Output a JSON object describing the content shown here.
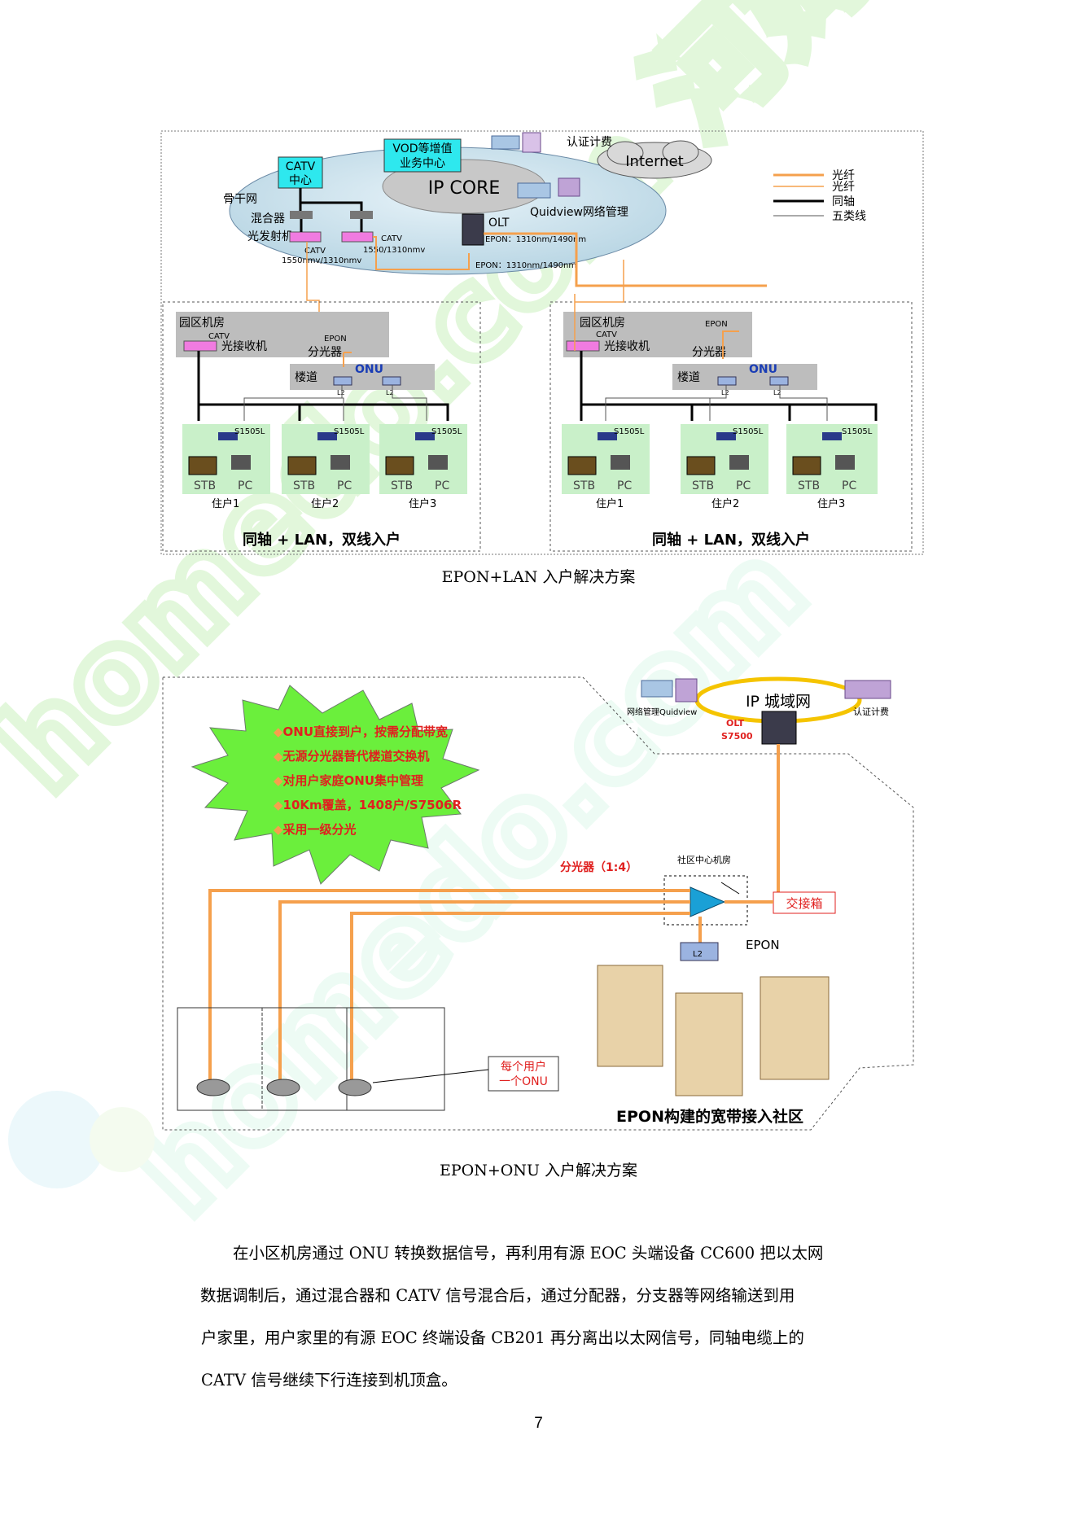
{
  "watermark": {
    "text": "homedo.com 河姆渡",
    "color": "#9be37f"
  },
  "colors": {
    "fiber": "#f5a04d",
    "coax": "#000000",
    "cat5": "#555555",
    "callout": "#6bef3c",
    "red": "#e0201f"
  },
  "fig1": {
    "catv_center": [
      "CATV",
      "中心"
    ],
    "vod_center": [
      "VOD等增值",
      "业务中心"
    ],
    "auth": "认证计费",
    "internet": "Internet",
    "ip_core": "IP CORE",
    "quidview": "Quidview网络管理",
    "backbone": "骨干网",
    "mixer": "混合器",
    "transmitter": "光发射机",
    "catv_left": [
      "CATV",
      "1550nmv/1310nmv"
    ],
    "catv_right": [
      "CATV",
      "1550/1310nmv"
    ],
    "olt": "OLT",
    "olt_epon": "EPON：1310nm/1490nm",
    "epon_below": "EPON：1310nm/1490nm",
    "legend": [
      {
        "label": "光纤",
        "style": "fiber"
      },
      {
        "label": "光纤",
        "style": "fiber-thin"
      },
      {
        "label": "同轴",
        "style": "coax"
      },
      {
        "label": "五类线",
        "style": "cat5"
      }
    ],
    "sites": [
      {
        "room": "园区机房",
        "catv": "CATV",
        "epon": "EPON",
        "receiver": "光接收机",
        "splitter": "分光器",
        "corridor": "楼道",
        "onu": "ONU",
        "l2": "L2",
        "switch": "S1505L",
        "homes": [
          {
            "stb": "STB",
            "pc": "PC",
            "label": "住户1"
          },
          {
            "stb": "STB",
            "pc": "PC",
            "label": "住户2"
          },
          {
            "stb": "STB",
            "pc": "PC",
            "label": "住户3"
          }
        ],
        "caption": "同轴 + LAN，双线入户"
      },
      {
        "room": "园区机房",
        "catv": "CATV",
        "epon": "EPON",
        "receiver": "光接收机",
        "splitter": "分光器",
        "corridor": "楼道",
        "onu": "ONU",
        "l2": "L2",
        "switch": "S1505L",
        "homes": [
          {
            "stb": "STB",
            "pc": "PC",
            "label": "住户1"
          },
          {
            "stb": "STB",
            "pc": "PC",
            "label": "住户2"
          },
          {
            "stb": "STB",
            "pc": "PC",
            "label": "住户3"
          }
        ],
        "caption": "同轴 + LAN，双线入户"
      }
    ],
    "caption": "EPON+LAN 入户解决方案"
  },
  "fig2": {
    "ip_metro": "IP 城域网",
    "netmgmt": "网络管理Quidview",
    "auth": "认证计费",
    "olt": [
      "OLT",
      "S7500"
    ],
    "bullets": [
      "ONU直接到户，按需分配带宽",
      "无源分光器替代楼道交换机",
      "对用户家庭ONU集中管理",
      "10Km覆盖，1408户/S7506R",
      "采用一级分光"
    ],
    "splitter": "分光器（1:4）",
    "community_room": "社区中心机房",
    "cross_box": "交接箱",
    "epon": "EPON",
    "l2": "L2",
    "per_user": [
      "每个用户",
      "一个ONU"
    ],
    "title": "EPON构建的宽带接入社区",
    "caption": "EPON+ONU 入户解决方案"
  },
  "paragraph": [
    "在小区机房通过 ONU 转换数据信号，再利用有源 EOC 头端设备 CC600 把以太网",
    "数据调制后，通过混合器和 CATV 信号混合后，通过分配器，分支器等网络输送到用",
    "户家里，用户家里的有源 EOC 终端设备 CB201 再分离出以太网信号，同轴电缆上的",
    "CATV 信号继续下行连接到机顶盒。"
  ],
  "page_number": "7"
}
